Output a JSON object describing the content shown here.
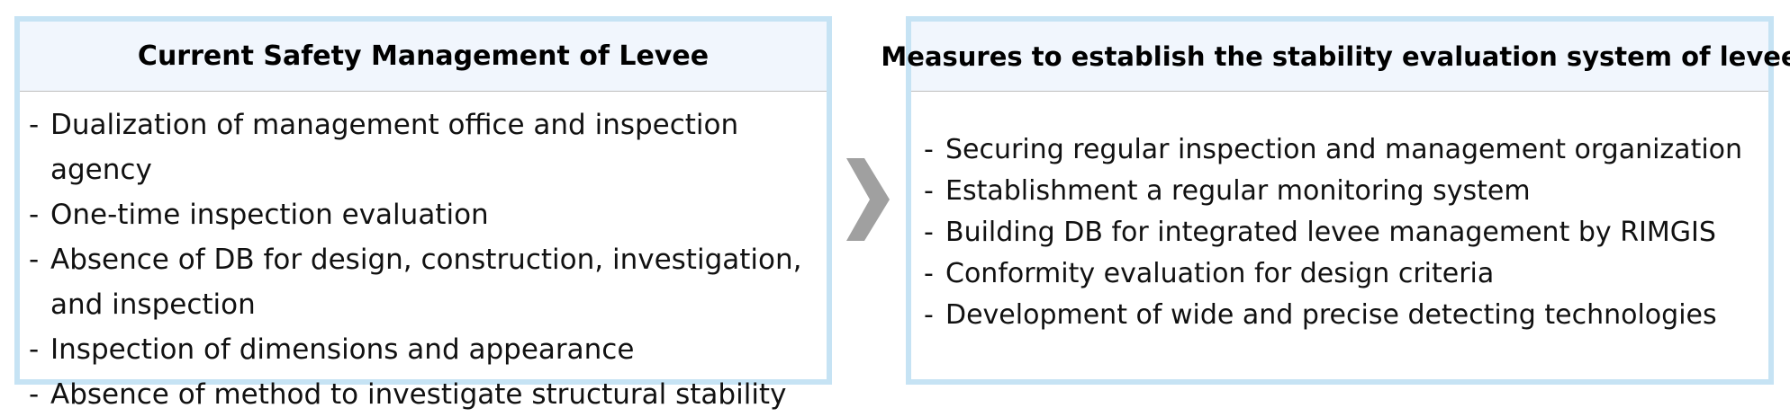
{
  "left_panel": {
    "title": "Current Safety Management of Levee",
    "bullet": "-",
    "items": [
      "Dualization of management office and inspection agency",
      "One-time inspection evaluation",
      "Absence of DB for design, construction, investigation, and inspection",
      "Inspection of dimensions and appearance",
      "Absence of method to investigate structural stability"
    ]
  },
  "right_panel": {
    "title": "Measures to establish the stability evaluation system of levee",
    "bullet": "-",
    "items": [
      "Securing regular inspection and management organization",
      "Establishment a regular monitoring system",
      "Building DB for integrated levee management by RIMGIS",
      "Conformity evaluation for design criteria",
      "Development of wide and precise detecting technologies"
    ]
  },
  "colors": {
    "panel_border": "#c6e3f4",
    "header_background": "#f1f6fd",
    "arrow": "#a0a0a0"
  }
}
